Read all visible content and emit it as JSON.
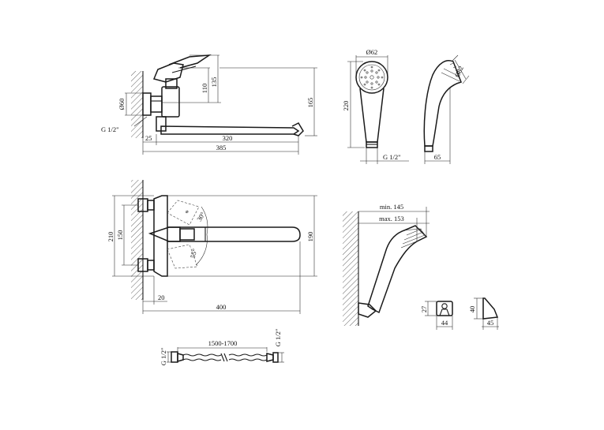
{
  "views": {
    "faucet_side": {
      "labels": {
        "d_135": "135",
        "d_110": "110",
        "d_165": "165",
        "d_60": "Ø60",
        "d_25": "25",
        "d_320": "320",
        "d_385": "385",
        "thread": "G 1/2\""
      }
    },
    "hand_shower_front": {
      "labels": {
        "d_62": "Ø62",
        "d_220": "220",
        "thread": "G 1/2\""
      }
    },
    "hand_shower_side": {
      "labels": {
        "d_82": "Ø82",
        "d_65": "65"
      }
    },
    "faucet_top": {
      "labels": {
        "d_210": "210",
        "d_150": "150",
        "d_190": "190",
        "a_30": "30°",
        "a_55": "55°",
        "d_20": "20",
        "d_400": "400"
      }
    },
    "holder_install": {
      "labels": {
        "min": "min. 145",
        "max": "max. 153"
      }
    },
    "holder_front": {
      "labels": {
        "d_27": "27",
        "d_44": "44"
      }
    },
    "holder_side": {
      "labels": {
        "d_40": "40",
        "d_45": "45"
      }
    },
    "hose": {
      "labels": {
        "length": "1500-1700",
        "thread_left": "G 1/2\"",
        "thread_right": "G 1/2\""
      }
    }
  }
}
